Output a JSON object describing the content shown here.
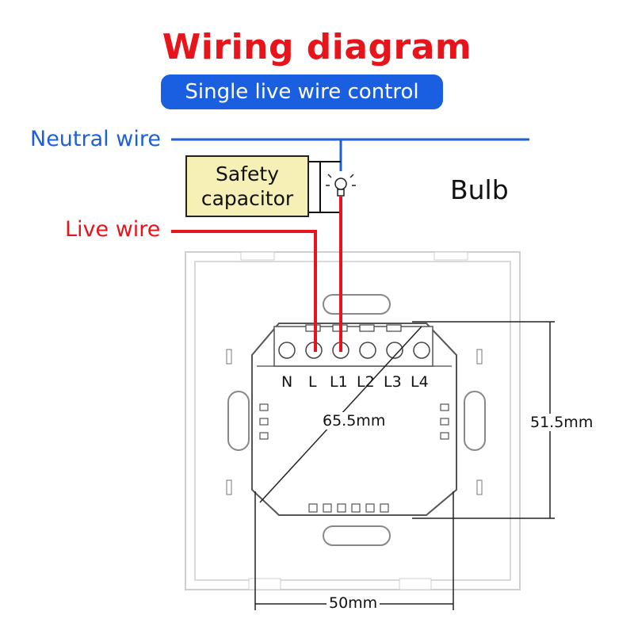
{
  "title": "Wiring diagram",
  "subtitle": "Single live wire control",
  "labels": {
    "neutral": "Neutral wire",
    "live": "Live wire",
    "bulb": "Bulb",
    "capacitor_line1": "Safety",
    "capacitor_line2": "capacitor"
  },
  "terminals": [
    "N",
    "L",
    "L1",
    "L2",
    "L3",
    "L4"
  ],
  "dimensions": {
    "diagonal": "65.5mm",
    "height": "51.5mm",
    "width": "50mm"
  },
  "colors": {
    "title": "#e8141b",
    "pill": "#1a5fe0",
    "neutral": "#1f5fd6",
    "live": "#e8141b",
    "capacitor_fill": "#f6f0b6"
  }
}
